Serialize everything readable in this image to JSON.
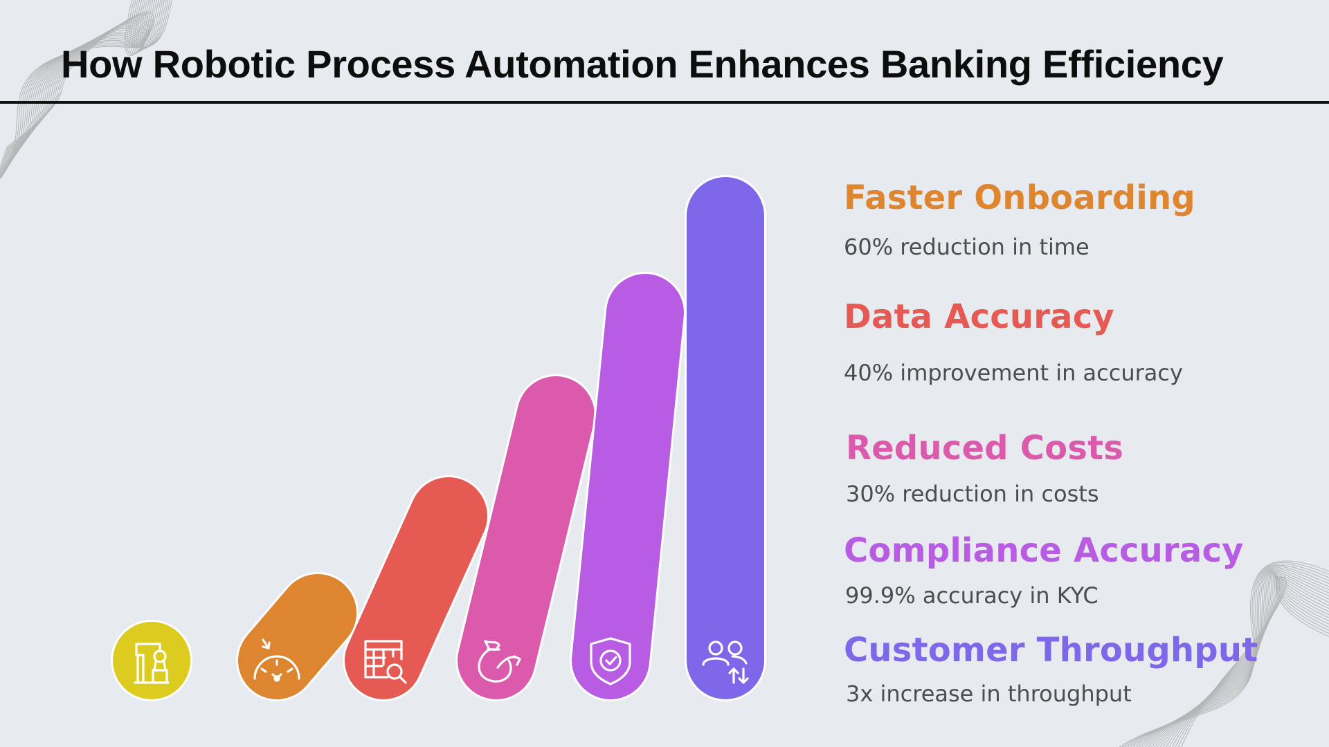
{
  "header": {
    "title": "How Robotic Process Automation Enhances Banking Efficiency"
  },
  "colors": {
    "background": "#e7eaee",
    "automation": "#dccc1f",
    "onboarding": "#de8530",
    "data_accuracy": "#e55a53",
    "costs": "#db5aab",
    "compliance": "#b75ce3",
    "throughput": "#7f67e9"
  },
  "steps": [
    {
      "icon": "robotic-arm-icon",
      "color": "#dccc1f"
    },
    {
      "icon": "speedometer-icon",
      "color": "#de8530",
      "title": "Faster Onboarding",
      "description": "60% reduction in time",
      "title_color": "#de8530"
    },
    {
      "icon": "table-search-icon",
      "color": "#e55a53",
      "title": "Data Accuracy",
      "description": "40% improvement in accuracy",
      "title_color": "#e55a53"
    },
    {
      "icon": "money-bag-icon",
      "color": "#db5aab",
      "title": "Reduced Costs",
      "description": "30% reduction in costs",
      "title_color": "#db5aab"
    },
    {
      "icon": "shield-check-icon",
      "color": "#b75ce3",
      "title": "Compliance Accuracy",
      "description": "99.9% accuracy in KYC",
      "title_color": "#b75ce3"
    },
    {
      "icon": "users-transfer-icon",
      "color": "#7f67e9",
      "title": "Customer Throughput",
      "description": "3x increase in throughput",
      "title_color": "#7f67e9"
    }
  ]
}
